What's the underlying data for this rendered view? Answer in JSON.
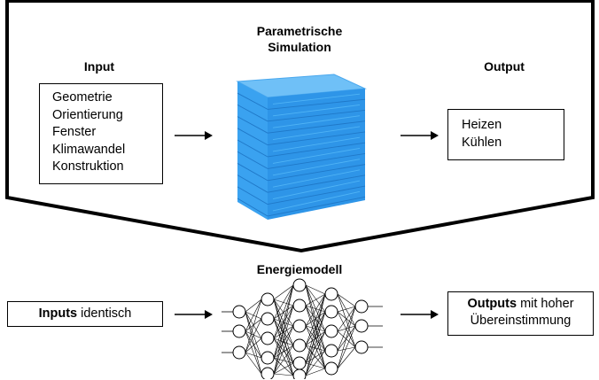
{
  "top": {
    "sim_title_line1": "Parametrische",
    "sim_title_line2": "Simulation",
    "input_title": "Input",
    "output_title": "Output",
    "input_items": [
      "Geometrie",
      "Orientierung",
      "Fenster",
      "Klimawandel",
      "Konstruktion"
    ],
    "output_items": [
      "Heizen",
      "Kühlen"
    ]
  },
  "bottom": {
    "model_title": "Energiemodell",
    "inputs_bold": "Inputs",
    "inputs_rest": " identisch",
    "outputs_bold": "Outputs",
    "outputs_rest": " mit hoher",
    "outputs_line2": "Übereinstimmung"
  },
  "colors": {
    "building_front": "#3aa2f0",
    "building_side": "#2a86d8",
    "building_top": "#6fc0f7",
    "stroke": "#000000"
  }
}
